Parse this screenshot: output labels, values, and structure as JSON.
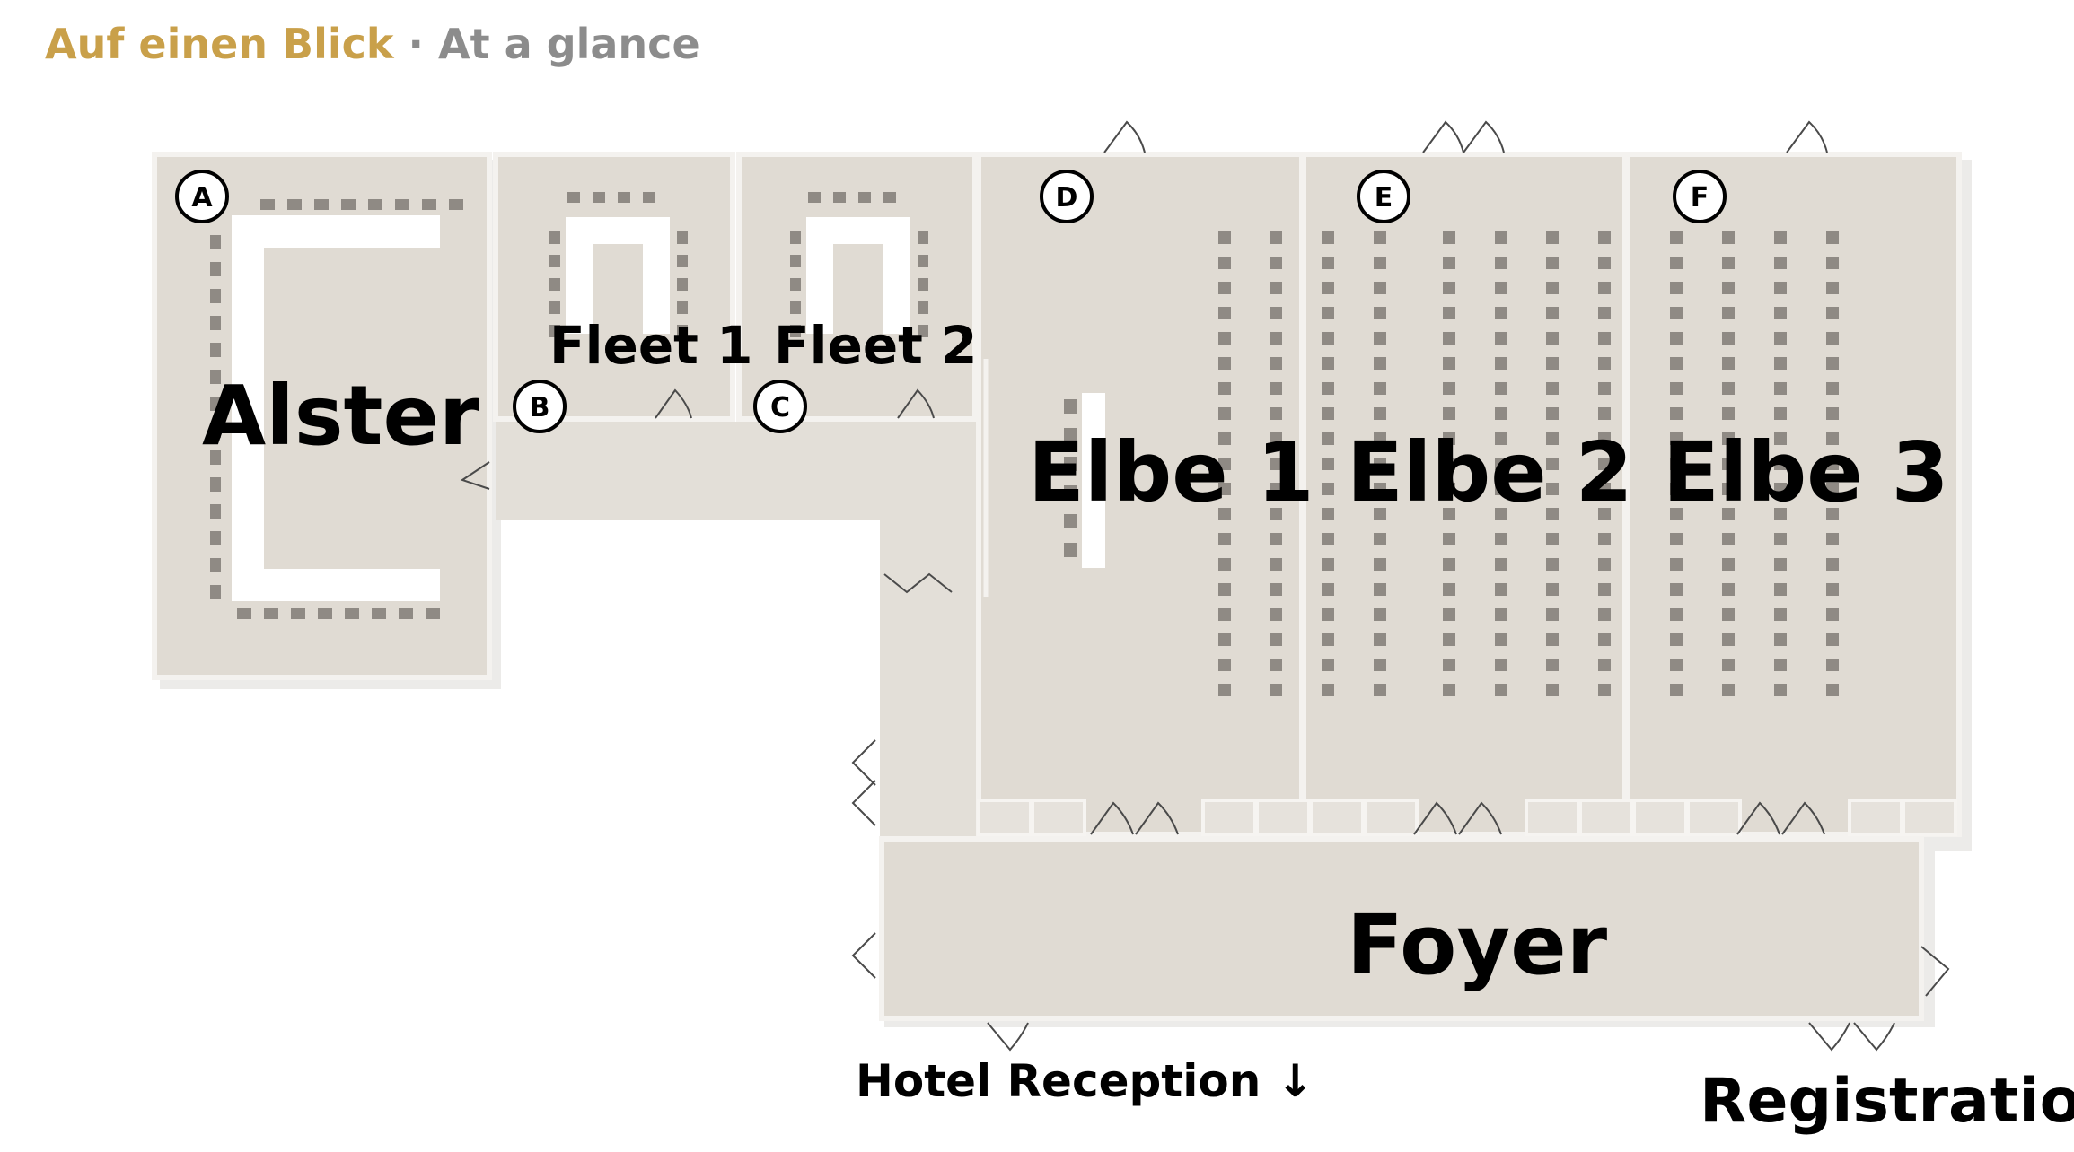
{
  "header": {
    "title_de": "Auf einen Blick",
    "separator": "·",
    "title_en": "At a glance"
  },
  "rooms": {
    "alster": {
      "label": "Alster",
      "letter": "A"
    },
    "fleet1": {
      "label": "Fleet 1",
      "letter": "B"
    },
    "fleet2": {
      "label": "Fleet 2",
      "letter": "C"
    },
    "elbe1": {
      "label": "Elbe 1",
      "letter": "D"
    },
    "elbe2": {
      "label": "Elbe 2",
      "letter": "E"
    },
    "elbe3": {
      "label": "Elbe 3",
      "letter": "F"
    },
    "foyer": {
      "label": "Foyer"
    }
  },
  "labels": {
    "hotel_reception": "Hotel Reception ↓",
    "registration": "Registration"
  },
  "colors": {
    "floor": "#e0dbd3",
    "wall": "#cfc9c0",
    "table": "#ffffff",
    "chair": "#8f8a84",
    "header_de": "#c9a04a",
    "header_en": "#8c8c8c"
  }
}
